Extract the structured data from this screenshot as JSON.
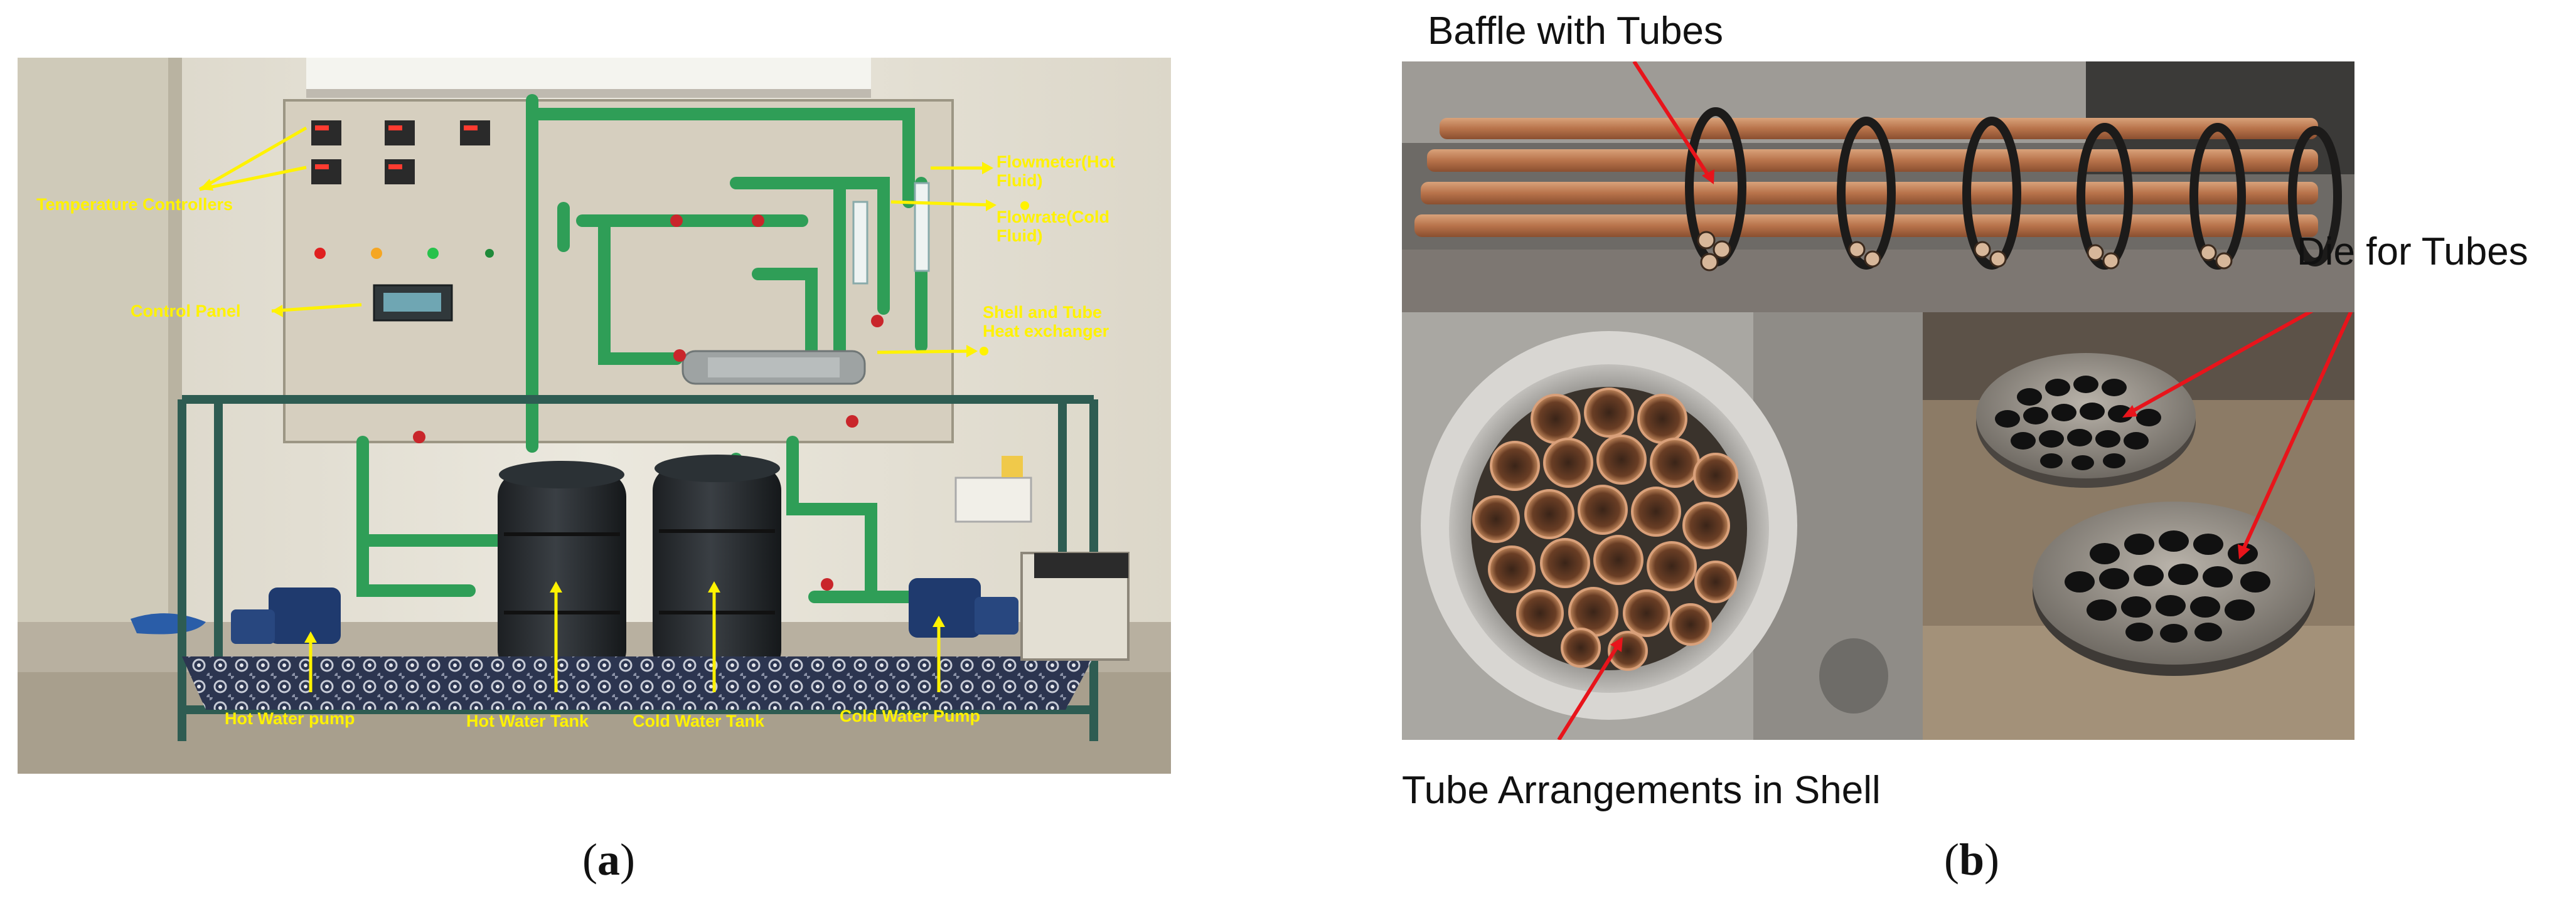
{
  "panel_a": {
    "labels": {
      "temperature_controllers": "Temperature Controllers",
      "flowmeter_hot": "Flowmeter(Hot\nFluid)",
      "flowrate_cold": "Flowrate(Cold\nFluid)",
      "control_panel": "Control Panel",
      "shell_and_tube": "Shell and Tube\nHeat exchanger",
      "hot_water_pump": "Hot Water pump",
      "hot_water_tank": "Hot Water Tank",
      "cold_water_tank": "Cold Water Tank",
      "cold_water_pump": "Cold Water Pump"
    },
    "caption_letter": "a",
    "annotation_color": "#fff200"
  },
  "panel_b": {
    "labels": {
      "baffle_with_tubes": "Baffle with Tubes",
      "die_for_tubes": "Die for Tubes",
      "tube_arrangements": "Tube Arrangements in Shell"
    },
    "caption_letter": "b",
    "arrow_color": "#e8141b"
  }
}
